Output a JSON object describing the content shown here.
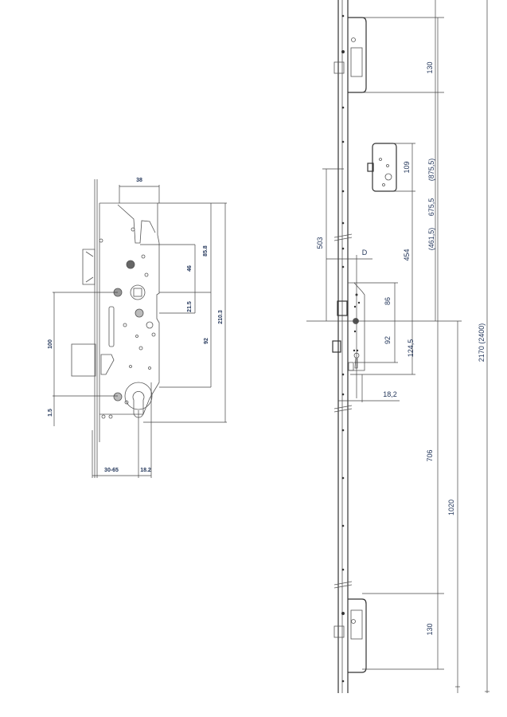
{
  "left_drawing": {
    "dims": {
      "backset_top": "38",
      "d_85_8": "85.8",
      "d_46": "46",
      "d_21_5": "21.5",
      "d_210_3": "210.3",
      "d_92": "92",
      "d_100": "100",
      "d_1_5": "1.5",
      "backset_range": "30-65",
      "d_18_2": "18.2"
    }
  },
  "right_drawing": {
    "dims": {
      "top_keeper": "130",
      "gearbox": "109",
      "d_875_5": "(875,5)",
      "d_675_5": "675,5",
      "d_461_5": "(461,5)",
      "d_503": "503",
      "d_D": "D",
      "d_454": "454",
      "d_86": "86",
      "d_92": "92",
      "d_124_5": "124,5",
      "d_18_2": "18,2",
      "total": "2170  (2400)",
      "d_706": "706",
      "d_1020": "1020",
      "bottom_keeper": "130"
    }
  }
}
